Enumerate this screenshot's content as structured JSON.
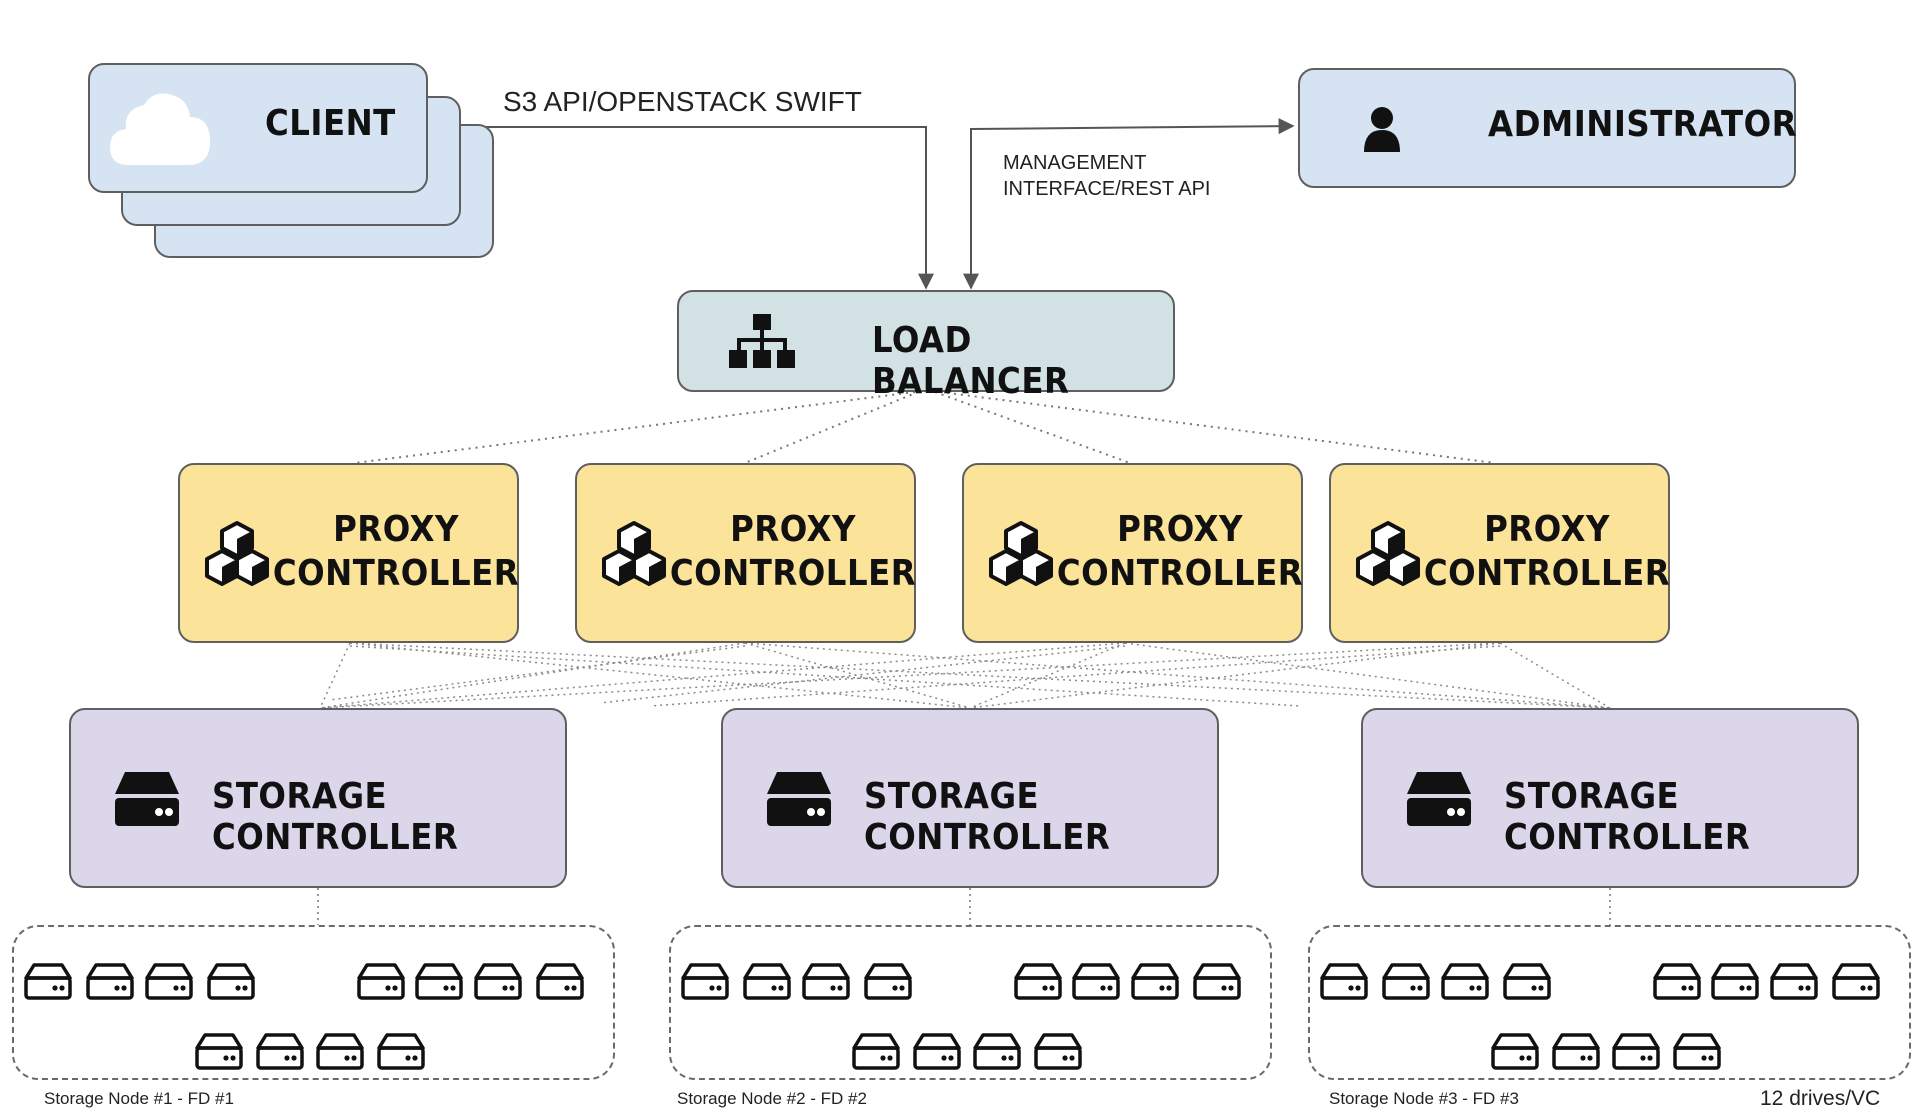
{
  "client": {
    "title": "CLIENT",
    "icon": "cloud-icon"
  },
  "administrator": {
    "title": "ADMINISTRATOR",
    "icon": "user-icon"
  },
  "load_balancer": {
    "title": "LOAD BALANCER",
    "icon": "network-tree-icon"
  },
  "edges": {
    "client_to_lb": "S3 API/OPENSTACK SWIFT",
    "admin_to_lb_line1": "MANAGEMENT",
    "admin_to_lb_line2": "INTERFACE/REST API"
  },
  "proxy_controllers": [
    {
      "line1": "PROXY",
      "line2": "CONTROLLER",
      "icon": "cubes-icon"
    },
    {
      "line1": "PROXY",
      "line2": "CONTROLLER",
      "icon": "cubes-icon"
    },
    {
      "line1": "PROXY",
      "line2": "CONTROLLER",
      "icon": "cubes-icon"
    },
    {
      "line1": "PROXY",
      "line2": "CONTROLLER",
      "icon": "cubes-icon"
    }
  ],
  "storage_controllers": [
    {
      "title": "STORAGE CONTROLLER",
      "icon": "server-icon"
    },
    {
      "title": "STORAGE CONTROLLER",
      "icon": "server-icon"
    },
    {
      "title": "STORAGE CONTROLLER",
      "icon": "server-icon"
    }
  ],
  "storage_nodes": [
    {
      "label": "Storage Node #1 - FD #1",
      "drive_icon": "hard-drive-icon",
      "drive_count": 12
    },
    {
      "label": "Storage Node #2 - FD #2",
      "drive_icon": "hard-drive-icon",
      "drive_count": 12
    },
    {
      "label": "Storage Node #3 - FD #3",
      "drive_icon": "hard-drive-icon",
      "drive_count": 12
    }
  ],
  "footnote": "12 drives/VC",
  "colors": {
    "client_fill": "#d5e3f3",
    "load_balancer_fill": "#d2e1e4",
    "proxy_fill": "#fbe39a",
    "storage_fill": "#dcd6ea",
    "border": "#5f5f5f"
  }
}
